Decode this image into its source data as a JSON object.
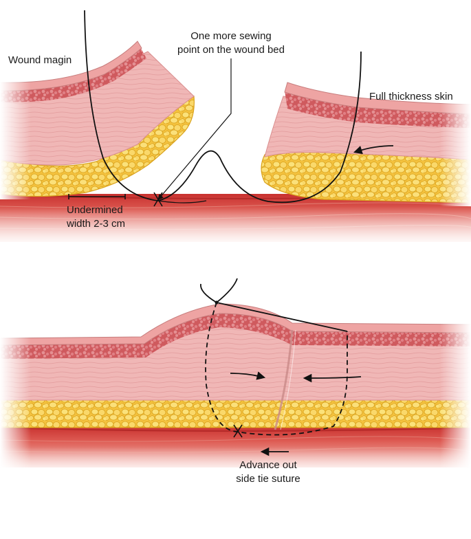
{
  "figure": {
    "top_panel": {
      "labels": {
        "wound_margin": "Wound magin",
        "sewing_point_line1": "One more sewing",
        "sewing_point_line2": "point on the wound bed",
        "full_thickness": "Full thickness skin",
        "undermined_line1": "Undermined",
        "undermined_line2": "width 2-3 cm"
      }
    },
    "bottom_panel": {
      "labels": {
        "advance_line1": "Advance out",
        "advance_line2": "side tie suture"
      }
    },
    "colors": {
      "dermis": "#f0b9b9",
      "dermis_dark": "#d98e8e",
      "epidermis": "#e89c9c",
      "papillary": "#c94a50",
      "fat": "#f5c848",
      "fat_light": "#fbe27a",
      "fat_dark": "#d9a21d",
      "muscle": "#d6403c",
      "muscle_light": "#ee8b80",
      "suture": "#111111"
    }
  }
}
